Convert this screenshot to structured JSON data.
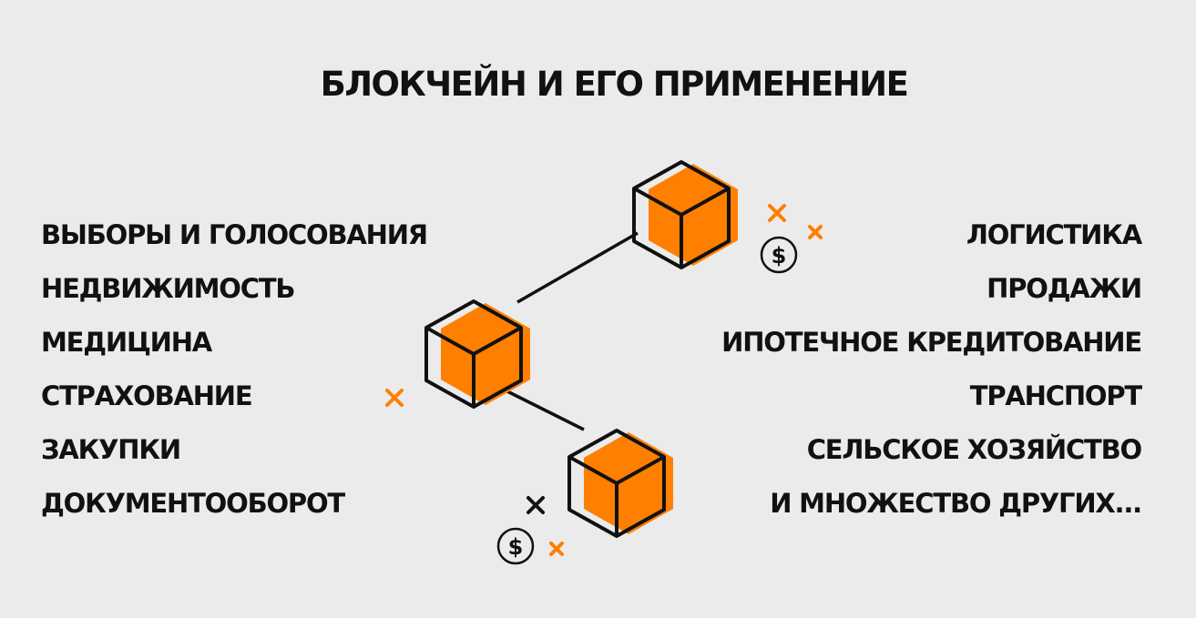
{
  "title": "БЛОКЧЕЙН И ЕГО ПРИМЕНЕНИЕ",
  "left_items": [
    "ВЫБОРЫ И ГОЛОСОВАНИЯ",
    "НЕДВИЖИМОСТЬ",
    "МЕДИЦИНА",
    "СТРАХОВАНИЕ",
    "ЗАКУПКИ",
    "ДОКУМЕНТООБОРОТ"
  ],
  "right_items": [
    "ЛОГИСТИКА",
    "ПРОДАЖИ",
    "ИПОТЕЧНОЕ КРЕДИТОВАНИЕ",
    "ТРАНСПОРТ",
    "СЕЛЬСКОЕ ХОЗЯЙСТВО",
    "И МНОЖЕСТВО ДРУГИХ..."
  ],
  "coin_symbol": "$",
  "colors": {
    "accent": "#ff7f00",
    "text": "#111111",
    "background": "#ebebeb"
  },
  "icons": [
    "cube-icon",
    "dollar-coin-icon",
    "cross-icon",
    "plus-icon",
    "connector-line"
  ]
}
